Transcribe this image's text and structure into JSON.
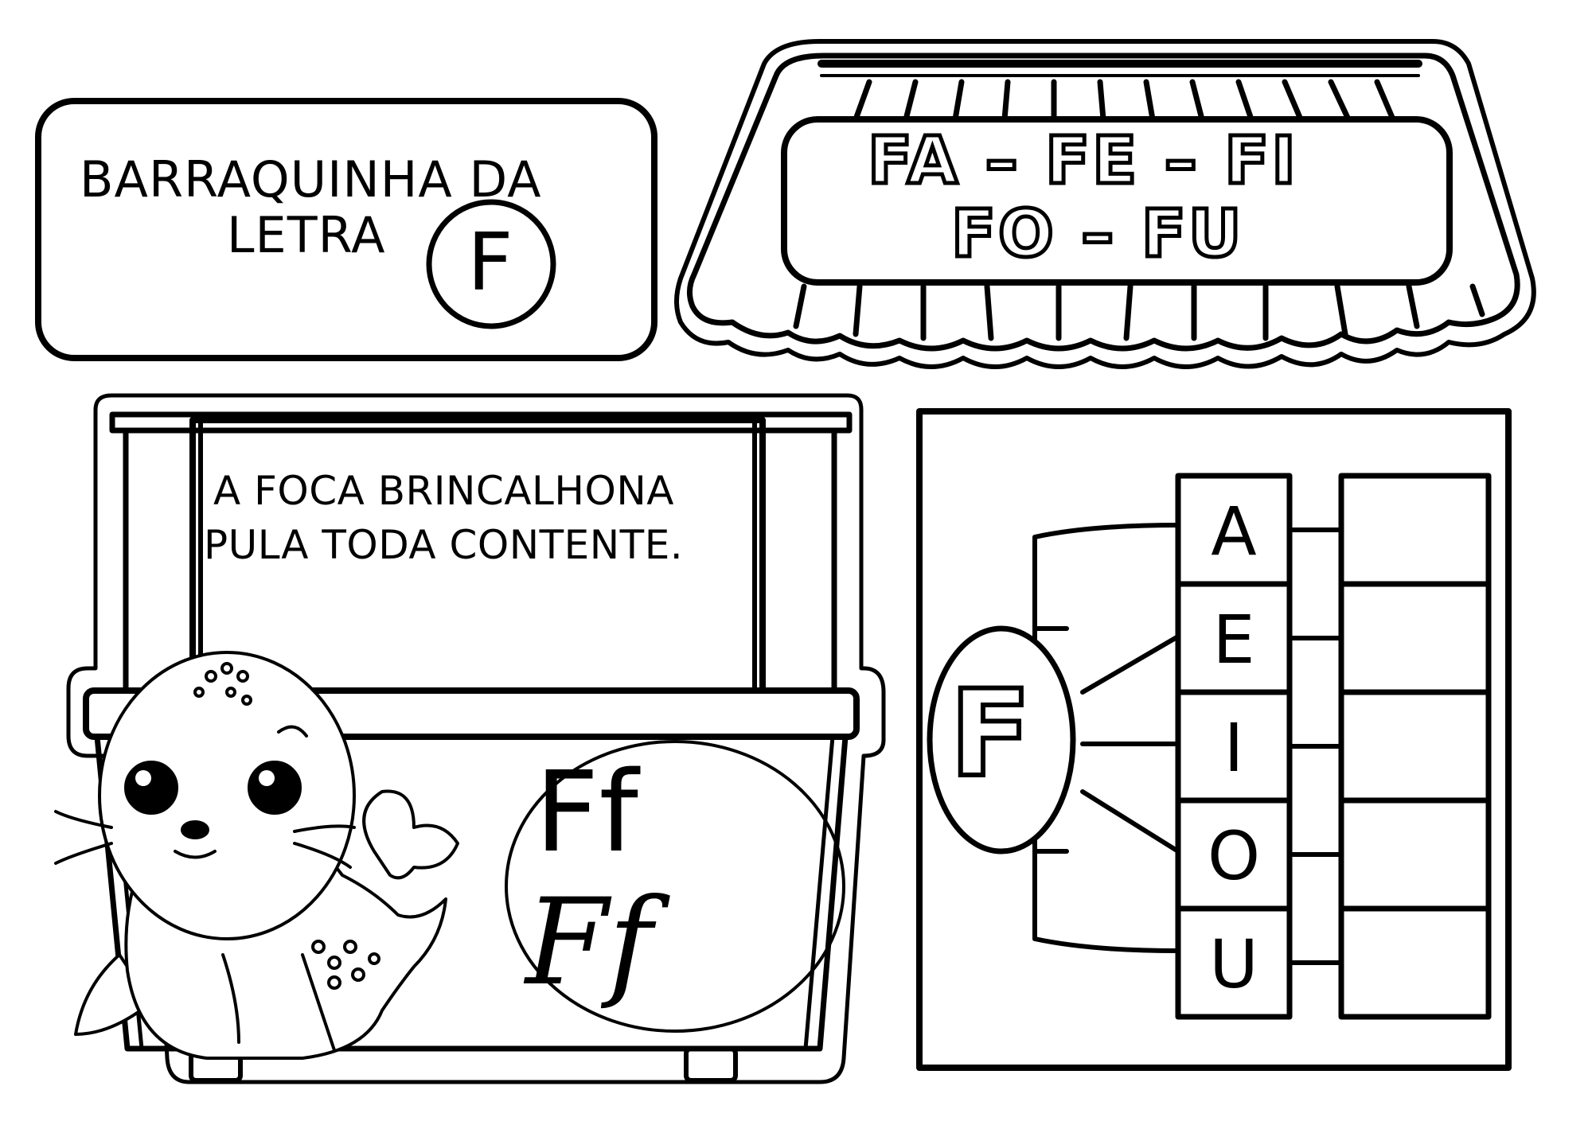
{
  "title_card": {
    "line1": "BARRAQUINHA DA",
    "line2": "LETRA",
    "circled_letter": "F"
  },
  "awning_sign": {
    "line1": "FA – FE – FI",
    "line2": "FO – FU"
  },
  "stall": {
    "sentence_line1": "A FOCA BRINCALHONA",
    "sentence_line2": "PULA TODA CONTENTE.",
    "print_letters": "Ff",
    "cursive_letters": "Ff"
  },
  "syllable_exercise": {
    "consonant": "F",
    "vowels": [
      "A",
      "E",
      "I",
      "O",
      "U"
    ]
  }
}
